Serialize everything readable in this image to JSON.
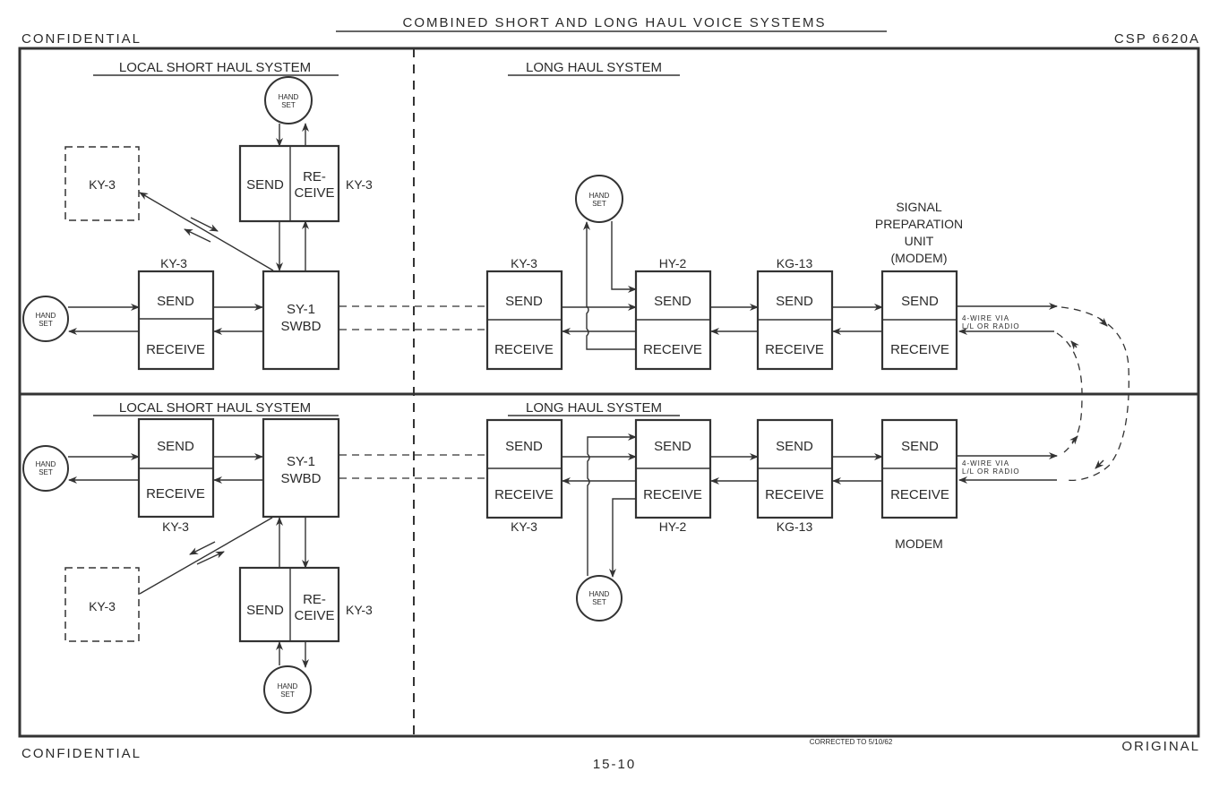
{
  "header": {
    "title": "COMBINED SHORT AND LONG HAUL VOICE SYSTEMS",
    "classification_top": "CONFIDENTIAL",
    "doc_id": "CSP 6620A"
  },
  "footer": {
    "classification_bottom": "CONFIDENTIAL",
    "page_number": "15-10",
    "correction": "CORRECTED TO 5/10/62",
    "status": "ORIGINAL"
  },
  "common": {
    "send": "SEND",
    "receive": "RECEIVE",
    "re": "RE-",
    "ceive": "CEIVE",
    "hand": "HAND",
    "set": "SET",
    "sy1": "SY-1",
    "swbd": "SWBD",
    "ky3": "KY-3",
    "hy2": "HY-2",
    "kg13": "KG-13",
    "four_wire_1": "4-WIRE VIA",
    "four_wire_2": "L/L OR RADIO"
  },
  "top": {
    "local_title": "LOCAL SHORT HAUL SYSTEM",
    "long_title": "LONG HAUL SYSTEM",
    "spu_lines": [
      "SIGNAL",
      "PREPARATION",
      "UNIT",
      "(MODEM)"
    ]
  },
  "bottom": {
    "local_title": "LOCAL SHORT HAUL SYSTEM",
    "long_title": "LONG HAUL SYSTEM",
    "modem_label": "MODEM"
  }
}
